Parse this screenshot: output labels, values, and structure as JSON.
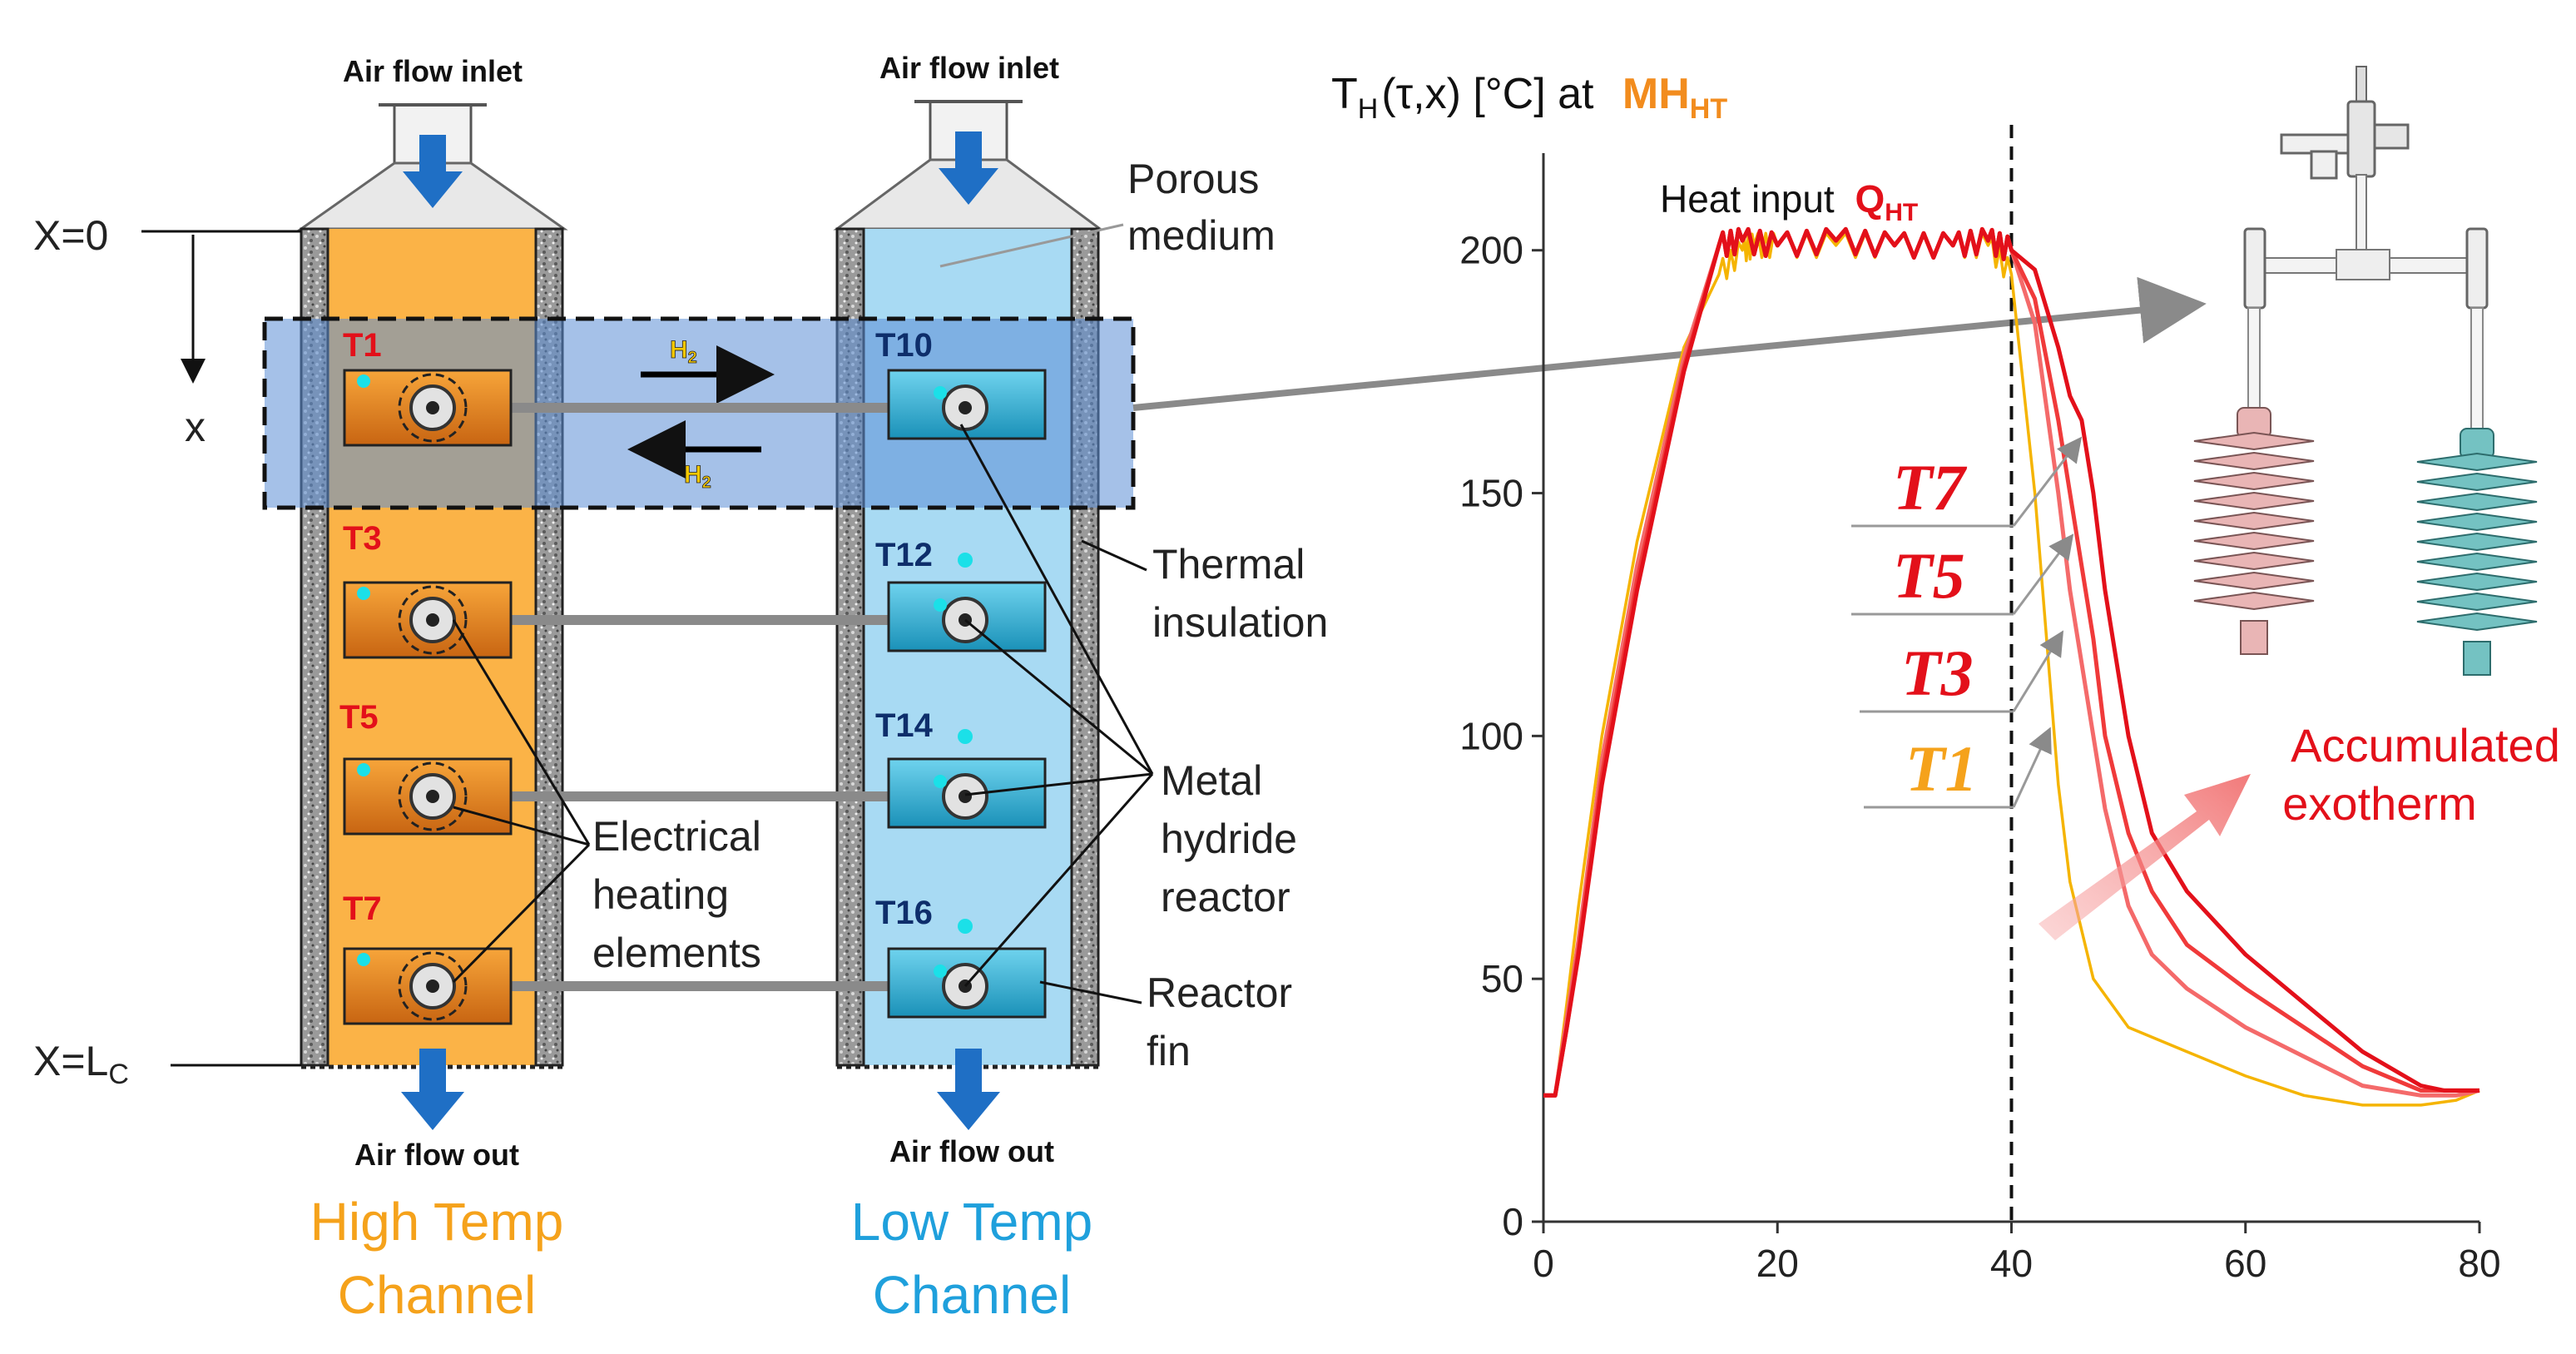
{
  "diagram": {
    "air_inlet_left": "Air flow inlet",
    "air_inlet_right": "Air flow inlet",
    "air_out_left": "Air flow out",
    "air_out_right": "Air flow out",
    "x0": "X=0",
    "x_axis": "x",
    "x_lc_base": "X=L",
    "x_lc_sub": "C",
    "h2": "H",
    "h2_sub": "2",
    "sensors_left": [
      "T1",
      "T3",
      "T5",
      "T7"
    ],
    "sensors_right": [
      "T10",
      "T12",
      "T14",
      "T16"
    ],
    "labels": {
      "porous_1": "Porous",
      "porous_2": "medium",
      "thermal_1": "Thermal",
      "thermal_2": "insulation",
      "metal_1": "Metal",
      "metal_2": "hydride",
      "metal_3": "reactor",
      "reactor_1": "Reactor",
      "reactor_2": "fin",
      "elec_1": "Electrical",
      "elec_2": "heating",
      "elec_3": "elements"
    },
    "channel_high_1": "High Temp",
    "channel_high_2": "Channel",
    "channel_low_1": "Low Temp",
    "channel_low_2": "Channel",
    "colors": {
      "high": "#F9A825",
      "low": "#29A8E0",
      "band": "#5B8ED6",
      "arrow": "#1F6FC5"
    }
  },
  "chart_data": {
    "type": "line",
    "title_base": "T",
    "title_sub": "H",
    "title_rest": "(τ,x) [°C] at",
    "title_mh": "MH",
    "title_mh_sub": "HT",
    "annotation_heat": "Heat input",
    "annotation_q": "Q",
    "annotation_q_sub": "HT",
    "annotation_exo_1": "Accumulated",
    "annotation_exo_2": "exotherm",
    "xlim": [
      0,
      80
    ],
    "ylim": [
      0,
      220
    ],
    "xticks": [
      "0",
      "20",
      "40",
      "60",
      "80"
    ],
    "yticks": [
      "0",
      "50",
      "100",
      "150",
      "200"
    ],
    "vline_x": 40,
    "series": [
      {
        "name": "T7",
        "color": "#E3101A",
        "x": [
          0,
          1,
          2,
          3,
          5,
          8,
          12,
          15,
          17,
          20,
          25,
          30,
          35,
          38,
          40,
          42,
          44,
          45,
          46,
          47,
          48,
          50,
          52,
          55,
          60,
          65,
          70,
          75,
          77,
          80
        ],
        "y": [
          26,
          26,
          40,
          55,
          90,
          130,
          175,
          201,
          202,
          201,
          202,
          201,
          201,
          202,
          200,
          196,
          180,
          170,
          165,
          150,
          130,
          100,
          80,
          68,
          55,
          45,
          35,
          28,
          27,
          27
        ]
      },
      {
        "name": "T5",
        "color": "#F03A3A",
        "x": [
          0,
          1,
          2,
          3,
          5,
          8,
          12,
          15,
          17,
          20,
          25,
          30,
          35,
          38,
          40,
          42,
          44,
          45,
          47,
          48,
          50,
          52,
          55,
          60,
          65,
          70,
          75,
          78,
          80
        ],
        "y": [
          26,
          26,
          40,
          56,
          92,
          132,
          176,
          201,
          202,
          201,
          202,
          201,
          201,
          202,
          200,
          190,
          165,
          150,
          120,
          100,
          80,
          68,
          57,
          48,
          40,
          32,
          27,
          27,
          27
        ]
      },
      {
        "name": "T3",
        "color": "#F46A6A",
        "x": [
          0,
          1,
          2,
          3,
          5,
          8,
          12,
          15,
          17,
          20,
          25,
          30,
          35,
          38,
          40,
          42,
          44,
          45,
          47,
          48,
          50,
          52,
          55,
          60,
          65,
          70,
          75,
          78,
          80
        ],
        "y": [
          26,
          26,
          42,
          58,
          95,
          135,
          178,
          201,
          202,
          201,
          202,
          201,
          201,
          202,
          200,
          185,
          150,
          130,
          100,
          85,
          65,
          55,
          48,
          40,
          34,
          28,
          26,
          26,
          27
        ]
      },
      {
        "name": "T1",
        "color": "#F5B400",
        "x": [
          0,
          1,
          2,
          3,
          5,
          8,
          12,
          15,
          17,
          18,
          20,
          25,
          30,
          35,
          38,
          40,
          42,
          43,
          44,
          45,
          47,
          50,
          55,
          60,
          65,
          70,
          75,
          78,
          80
        ],
        "y": [
          26,
          26,
          45,
          65,
          100,
          140,
          180,
          195,
          200,
          201,
          201,
          201,
          201,
          201,
          201,
          195,
          150,
          120,
          90,
          70,
          50,
          40,
          35,
          30,
          26,
          24,
          24,
          25,
          27
        ]
      }
    ]
  }
}
